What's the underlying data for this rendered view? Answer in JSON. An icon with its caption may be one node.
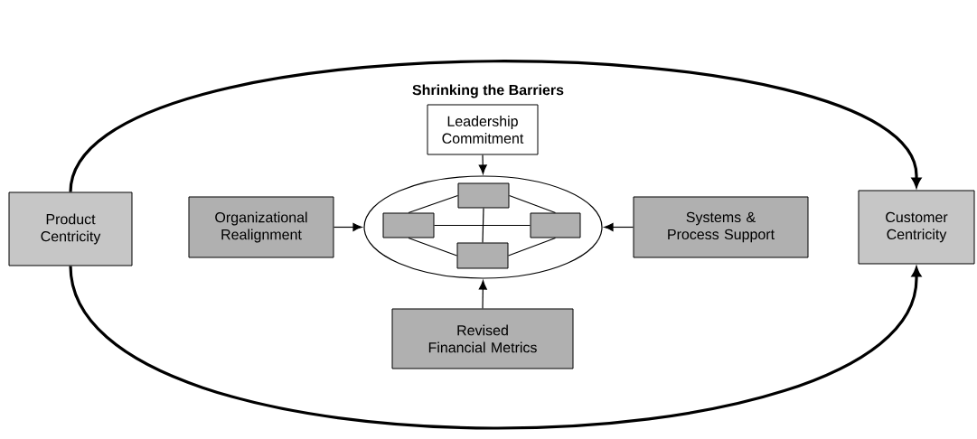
{
  "diagram": {
    "title": "Shrinking the Barriers",
    "nodes": [
      {
        "text": [
          "Leadership Commitment"
        ]
      },
      {
        "text": [
          "Product Centricity"
        ]
      },
      {
        "text": [
          "Organizational Realignment"
        ]
      },
      {
        "text": [],
        "shape": "ellipse"
      },
      {
        "text": [],
        "shape": "box",
        "in": 3
      },
      {
        "text": [],
        "shape": "box",
        "in": 3
      },
      {
        "text": [],
        "shape": "box",
        "in": 3
      },
      {
        "text": [],
        "shape": "box",
        "in": 3
      },
      {
        "text": [
          "Systems & Process Support"
        ]
      },
      {
        "text": [
          "Customer Centricity"
        ]
      },
      {
        "text": [
          "Revised Financial Metrics"
        ]
      }
    ],
    "edges": [
      {
        "from": 1,
        "to": 9,
        "arrow": "to",
        "style": "thick"
      },
      {
        "from": 1,
        "to": 9,
        "arrow": "to",
        "style": "thick"
      },
      {
        "from": 0,
        "to": 3,
        "arrow": "to"
      },
      {
        "from": 2,
        "to": 3,
        "arrow": "to"
      },
      {
        "from": 8,
        "to": 3,
        "arrow": "to"
      },
      {
        "from": 10,
        "to": 3,
        "arrow": "to"
      },
      {
        "from": 4,
        "to": 5,
        "arrow": "none"
      },
      {
        "from": 4,
        "to": 6,
        "arrow": "none"
      },
      {
        "from": 5,
        "to": 7,
        "arrow": "none"
      },
      {
        "from": 6,
        "to": 7,
        "arrow": "none"
      },
      {
        "from": 5,
        "to": 6,
        "arrow": "none"
      },
      {
        "from": 4,
        "to": 7,
        "arrow": "none"
      }
    ]
  }
}
